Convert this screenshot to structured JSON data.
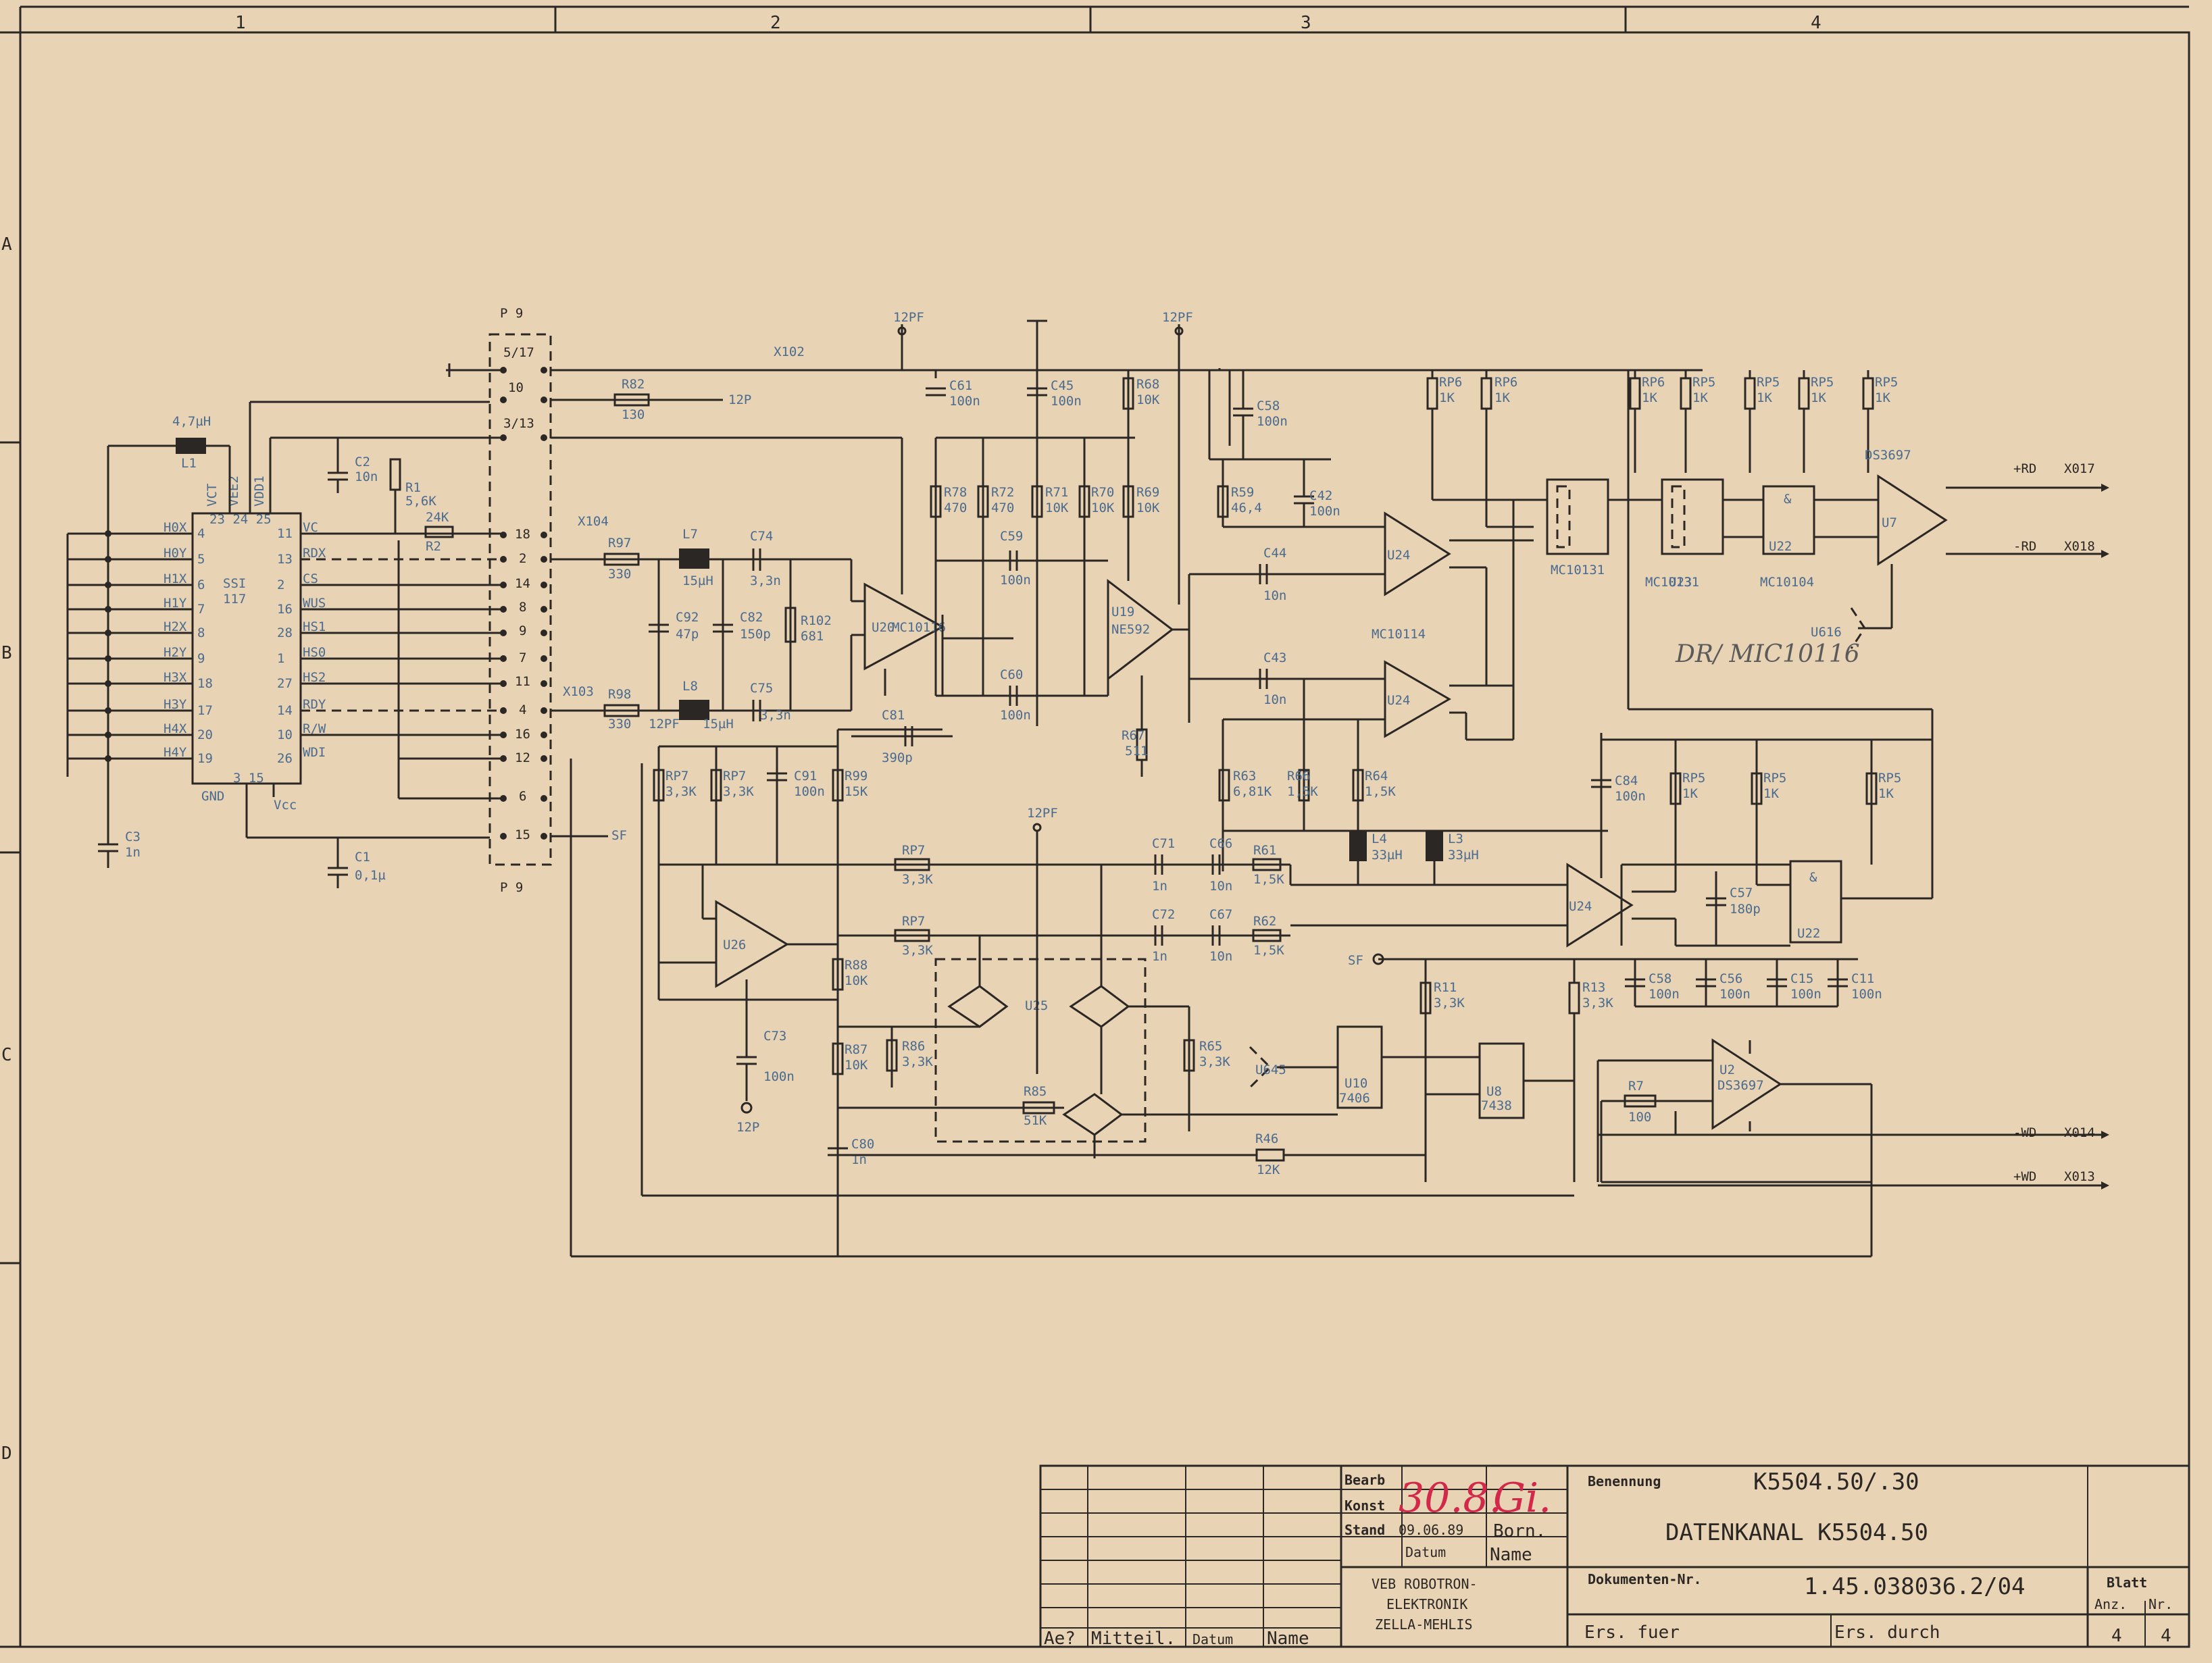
{
  "frame": {
    "columns": [
      "1",
      "2",
      "3",
      "4"
    ],
    "rows": [
      "A",
      "B",
      "C",
      "D"
    ]
  },
  "connector": {
    "top": "P 9",
    "bottom": "P 9",
    "pins": [
      "5/17",
      "10",
      "3/13",
      "18",
      "2",
      "14",
      "8",
      "9",
      "7",
      "11",
      "4",
      "16",
      "12",
      "6",
      "15"
    ]
  },
  "ic_main": {
    "name": "SSI",
    "part": "117",
    "pins_left": [
      "H0X",
      "H0Y",
      "H1X",
      "H1Y",
      "H2X",
      "H2Y",
      "H3X",
      "H3Y",
      "H4X",
      "H4Y"
    ],
    "pins_left_nums": [
      "4",
      "5",
      "6",
      "7",
      "8",
      "9",
      "18",
      "17",
      "20",
      "19"
    ],
    "pins_right": [
      "VC",
      "RDX",
      "CS",
      "WUS",
      "HS1",
      "HS0",
      "HS2",
      "RDY",
      "R/W",
      "WDI"
    ],
    "pins_right_nums": [
      "11",
      "13",
      "2",
      "16",
      "28",
      "1",
      "27",
      "14",
      "10",
      "26"
    ],
    "top_pins": "23 24 25",
    "top_labels": [
      "VCT",
      "VEE2",
      "VDD1"
    ],
    "bottom_pins": "3 15",
    "gnd": "GND",
    "vcc": "Vcc"
  },
  "power": {
    "p12f": "12PF",
    "p12p": "12P",
    "p12p_alt": "12PF",
    "sf": "SF"
  },
  "nets": {
    "x102": "X102",
    "x104": "X104",
    "x103": "X103",
    "x12p": "12P",
    "sf": "SF"
  },
  "components": {
    "L1": "L1",
    "L1v": "4,7µH",
    "C2": "C2",
    "C2v": "10n",
    "R1": "R1",
    "R1v": "5,6K",
    "R2": "R2",
    "R2v": "24K",
    "C3": "C3",
    "C3v": "1n",
    "C1": "C1",
    "C1v": "0,1µ",
    "R82": "R82",
    "R82v": "130",
    "R97": "R97",
    "R97v": "330",
    "R98": "R98",
    "R98v": "330",
    "L7": "L7",
    "L7v": "15µH",
    "L8": "L8",
    "L8v": "15µH",
    "C74": "C74",
    "C74v": "3,3n",
    "C75": "C75",
    "C75v": "3,3n",
    "C92": "C92",
    "C92v": "47p",
    "C82": "C82",
    "C82v": "150p",
    "R102": "R102",
    "R102v": "681",
    "U20": "U20",
    "U20p": "MC10116",
    "C61": "C61",
    "C61v": "100n",
    "C45": "C45",
    "C45v": "100n",
    "R78": "R78",
    "R78v": "470",
    "R72": "R72",
    "R72v": "470",
    "R71": "R71",
    "R71v": "10K",
    "R70": "R70",
    "R70v": "10K",
    "R68": "R68",
    "R68v": "10K",
    "R69": "R69",
    "R69v": "10K",
    "C59": "C59",
    "C59v": "100n",
    "C60": "C60",
    "C60v": "100n",
    "C81": "C81",
    "C81v": "390p",
    "U19": "U19",
    "U19p": "NE592",
    "R67": "R67",
    "R67v": "511",
    "C58": "C58",
    "C58v": "100n",
    "R59": "R59",
    "R59v": "46,4",
    "C42": "C42",
    "C42v": "100n",
    "C44": "C44",
    "C44v": "10n",
    "C43": "C43",
    "C43v": "10n",
    "U24": "U24",
    "U24p": "MC10114",
    "RP6": "RP6",
    "RP6v": "1K",
    "RP5": "RP5",
    "RP5v": "1K",
    "U23": "U23",
    "U23p": "MC10131",
    "U22": "U22",
    "U22p": "MC10104",
    "U7": "U7",
    "U7p": "DS3697",
    "U616": "U616",
    "R63": "R63",
    "R63v": "6,81K",
    "R66": "R66",
    "R66v": "1,5K",
    "R64": "R64",
    "R64v": "1,5K",
    "L4": "L4",
    "L4v": "33µH",
    "L3": "L3",
    "L3v": "33µH",
    "C84": "C84",
    "C84v": "100n",
    "C57": "C57",
    "C57v": "180p",
    "RP7": "RP7",
    "RP7v": "3,3K",
    "C91": "C91",
    "C91v": "100n",
    "R99": "R99",
    "R99v": "15K",
    "U26": "U26",
    "C71": "C71",
    "C71v": "1n",
    "C72": "C72",
    "C72v": "1n",
    "C66": "C66",
    "C66v": "10n",
    "C67": "C67",
    "C67v": "10n",
    "R61": "R61",
    "R61v": "1,5K",
    "R62": "R62",
    "R62v": "1,5K",
    "R88": "R88",
    "R88v": "10K",
    "R87": "R87",
    "R87v": "10K",
    "C73": "C73",
    "C73v": "100n",
    "C80": "C80",
    "C80v": "1n",
    "R86": "R86",
    "R86v": "3,3K",
    "U25": "U25",
    "R85": "R85",
    "R85v": "51K",
    "R65": "R65",
    "R65v": "3,3K",
    "U645": "U645",
    "U10": "U10",
    "U10p": "7406",
    "U8": "U8",
    "U8p": "7438",
    "R46": "R46",
    "R46v": "12K",
    "R11": "R11",
    "R11v": "3,3K",
    "R13": "R13",
    "R13v": "3,3K",
    "C58b": "C58",
    "C58bv": "100n",
    "C56": "C56",
    "C56v": "100n",
    "C15": "C15",
    "C15v": "100n",
    "C11": "C11",
    "C11v": "100n",
    "R7": "R7",
    "R7v": "100",
    "U2": "U2",
    "U2p": "DS3697"
  },
  "outputs": {
    "rd_p": "+RD",
    "rd_p_x": "X017",
    "rd_n": "-RD",
    "rd_n_x": "X018",
    "wd_n": "-WD",
    "wd_n_x": "X014",
    "wd_p": "+WD",
    "wd_p_x": "X013"
  },
  "handwritten_note": "DR/ MIC10116",
  "title_block": {
    "rev_headers": [
      "Ae?",
      "Mitteil.",
      "Datum",
      "Name"
    ],
    "bearb": "Bearb",
    "konst": "Konst",
    "stand": "Stand",
    "stand_date": "09.06.89",
    "stand_name": "Born.",
    "datum": "Datum",
    "name": "Name",
    "sig1": "30.8.",
    "sig2": "Gi.",
    "company": [
      "VEB ROBOTRON-",
      "ELEKTRONIK",
      "ZELLA-MEHLIS"
    ],
    "benennung_label": "Benennung",
    "benennung": "K5504.50/.30",
    "title": "DATENKANAL K5504.50",
    "doc_label": "Dokumenten-Nr.",
    "doc_no": "1.45.038036.2/04",
    "ers_fuer": "Ers. fuer",
    "ers_durch": "Ers. durch",
    "blatt_label": "Blatt",
    "anz_label": "Anz.",
    "nr_label": "Nr.",
    "anz": "4",
    "nr": "4"
  },
  "colors": {
    "paper": "#e9d3b5",
    "ink": "#2b2724",
    "labels": "#4a6b8e",
    "signature": "#d2294b"
  }
}
